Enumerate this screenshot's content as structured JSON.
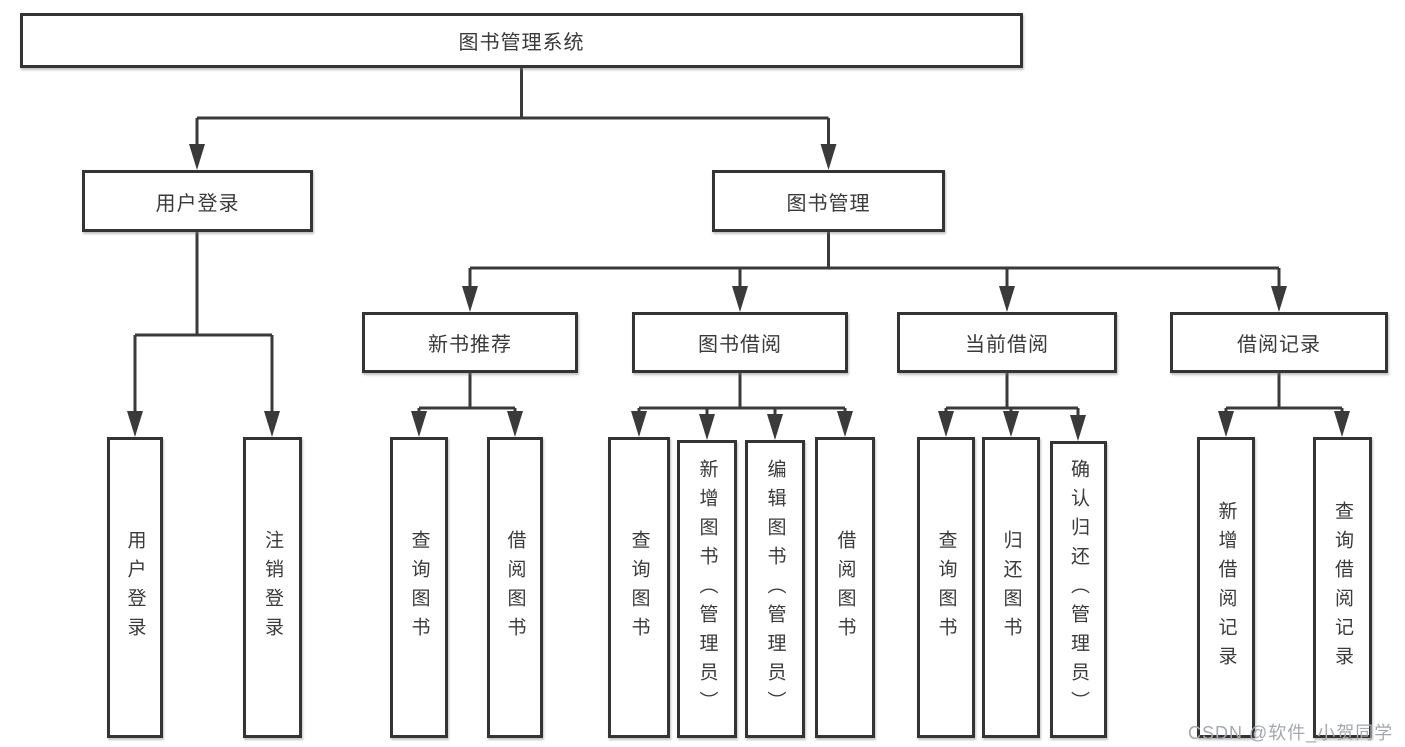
{
  "diagram": {
    "title_node": "图书管理系统",
    "nodes": {
      "root": {
        "label": "图书管理系统"
      },
      "user_login": {
        "label": "用户登录"
      },
      "book_mgmt": {
        "label": "图书管理"
      },
      "new_book_rec": {
        "label": "新书推荐"
      },
      "book_borrow": {
        "label": "图书借阅"
      },
      "current_borrow": {
        "label": "当前借阅"
      },
      "borrow_records": {
        "label": "借阅记录"
      },
      "leaf_user_login": {
        "label": "用户登录"
      },
      "leaf_logout": {
        "label": "注销登录"
      },
      "leaf_query_books_1": {
        "label": "查询图书"
      },
      "leaf_borrow_books_1": {
        "label": "借阅图书"
      },
      "leaf_query_books_2": {
        "label": "查询图书"
      },
      "leaf_add_books": {
        "label": "新增图书（管理员）"
      },
      "leaf_edit_books": {
        "label": "编辑图书（管理员）"
      },
      "leaf_borrow_books_2": {
        "label": "借阅图书"
      },
      "leaf_query_books_3": {
        "label": "查询图书"
      },
      "leaf_return_books": {
        "label": "归还图书"
      },
      "leaf_confirm_return": {
        "label": "确认归还（管理员）"
      },
      "leaf_add_borrow_record": {
        "label": "新增借阅记录"
      },
      "leaf_query_borrow_record": {
        "label": "查询借阅记录"
      }
    },
    "colors": {
      "line": "#3a3a3a",
      "box_border": "#343434",
      "box_fill": "#ffffff",
      "text": "#3a3a3a",
      "watermark": "#a4a8b0"
    }
  },
  "watermark": {
    "text": "CSDN @软件_小贺同学"
  }
}
